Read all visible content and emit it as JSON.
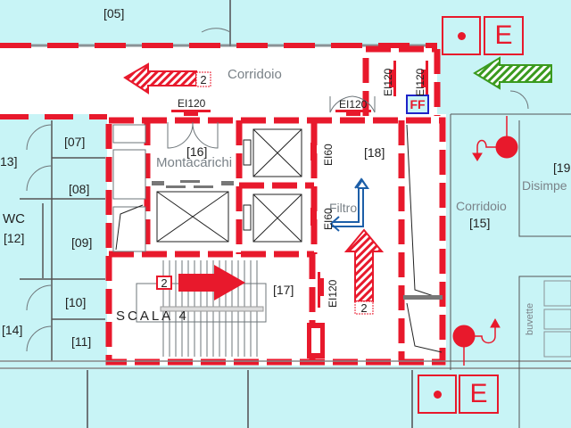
{
  "plan": {
    "colors": {
      "background": "#c8f4f6",
      "fire_wall": "#e8192c",
      "escape_arrow": "#e8192c",
      "entry_arrow": "#3a9a1e",
      "filter_arrow": "#1d5fa8",
      "ff_border": "#1e23c8",
      "wall": "#7a8288"
    },
    "rooms": {
      "r05": "[05]",
      "corridor_top": "Corridoio",
      "r07": "[07]",
      "r08": "[08]",
      "r09": "[09]",
      "r10": "[10]",
      "r11": "[11]",
      "wc_label": "WC",
      "r12": "[12]",
      "r13": "13]",
      "r14": "[14]",
      "r16": "[16]",
      "montacarichi": "Montacarichi",
      "r17": "[17]",
      "scala": "SCALA 4",
      "r18": "[18]",
      "filtro": "Filtro",
      "corridor_right": "Corridoio",
      "r15": "[15]",
      "r19": "[19",
      "disimpegno": "Disimpe",
      "buvette": "buvette"
    },
    "door_ratings": {
      "top_door": "EI120",
      "mid_door": "EI120",
      "vert_left": "EI120",
      "vert_right": "EI120",
      "lift1": "EI60",
      "lift2": "EI60",
      "stair_door": "EI120"
    },
    "arrows": {
      "corridor_arrow_num": "2",
      "stair_arrow_num": "2",
      "filter_arrow_num": "2"
    },
    "signs": {
      "ff": "FF",
      "exit_letter_top": "E",
      "exit_letter_bottom": "E"
    }
  }
}
